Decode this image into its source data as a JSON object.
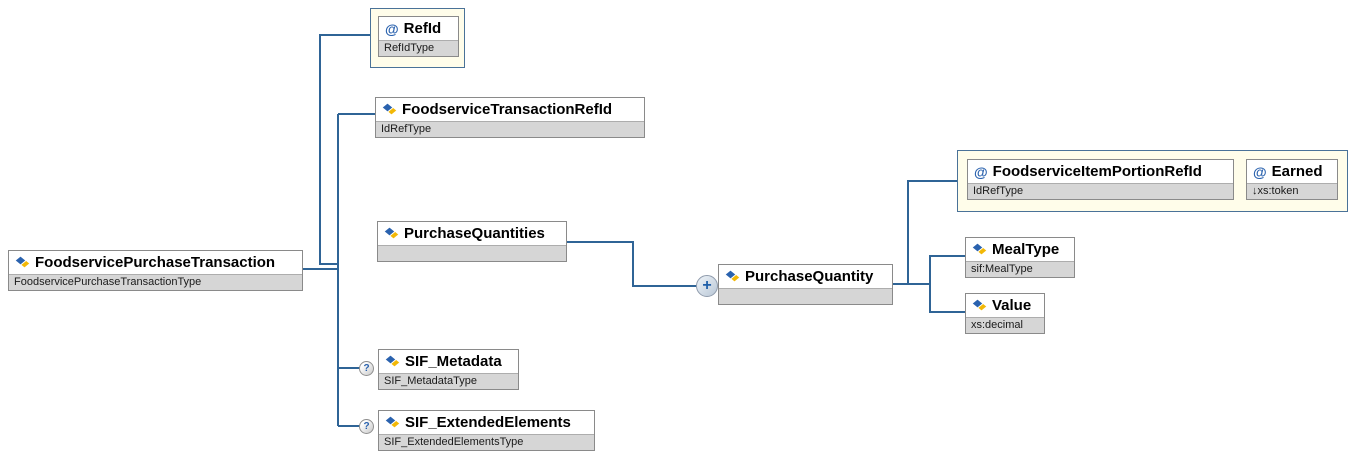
{
  "diagram_title": "FoodservicePurchaseTransaction schema diagram",
  "markers": {
    "attribute": "@",
    "optional": "?",
    "repeat": "+"
  },
  "colors": {
    "line": "#2f6496",
    "container_border": "#4a7298",
    "container_bg": "#fffdea",
    "box_border": "#8a8a8a",
    "subtitle_bg": "#d6d6d6",
    "icon_blue": "#2a62ae",
    "icon_yellow": "#f2b807"
  },
  "nodes": {
    "root": {
      "title": "FoodservicePurchaseTransaction",
      "type": "FoodservicePurchaseTransactionType"
    },
    "refid": {
      "title": "RefId",
      "type": "RefIdType"
    },
    "foodservice_transaction_refid": {
      "title": "FoodserviceTransactionRefId",
      "type": "IdRefType"
    },
    "purchase_quantities": {
      "title": "PurchaseQuantities",
      "type": ""
    },
    "purchase_quantity": {
      "title": "PurchaseQuantity",
      "type": ""
    },
    "foodservice_item_portion_refid": {
      "title": "FoodserviceItemPortionRefId",
      "type": "IdRefType"
    },
    "earned": {
      "title": "Earned",
      "type": "↓xs:token"
    },
    "meal_type": {
      "title": "MealType",
      "type": "sif:MealType"
    },
    "value": {
      "title": "Value",
      "type": "xs:decimal"
    },
    "sif_metadata": {
      "title": "SIF_Metadata",
      "type": "SIF_MetadataType"
    },
    "sif_extended_elements": {
      "title": "SIF_ExtendedElements",
      "type": "SIF_ExtendedElementsType"
    }
  }
}
